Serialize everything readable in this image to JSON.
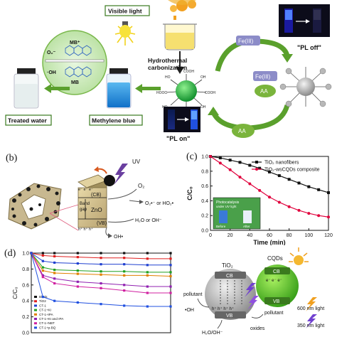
{
  "panel_a": {
    "labels": {
      "visible_light": "Visible light",
      "hydrothermal_line1": "Hydrothermal",
      "hydrothermal_line2": "carbonization",
      "treated_water": "Treated water",
      "methylene_blue": "Methylene blue",
      "pl_off": "\"PL off\"",
      "pl_on": "\"PL on\"",
      "fe_top": "Fe(III)",
      "fe_mid": "Fe(III)",
      "aa_mid": "AA",
      "aa_bottom": "AA",
      "mb_plus": "MB⁺",
      "o2_minus": "O₂⁻",
      "oh_radical": "·OH",
      "mb": "MB"
    },
    "colors": {
      "arrow_green": "#5aa02c",
      "arrow_dark_green": "#3a7a1e",
      "sphere_green": "#22b14c",
      "fe_box": "#8c8cc8",
      "aa_oval": "#7ab43c",
      "methylene_blue": "#1e88d8",
      "bulb_yellow": "#f2d21a"
    }
  },
  "panel_b": {
    "label": "(b)",
    "uv": "UV",
    "o2": "O₂",
    "o2_products": "O₂•⁻ or HO₂•",
    "cb": "(CB)",
    "vb": "(VB)",
    "electrons": "e⁻ e⁻ e⁻",
    "holes": "h⁺ h⁺ h⁺",
    "band_gap_line1": "Band",
    "band_gap_line2": "gap",
    "zno": "ZnO",
    "h2o": "H₂O or OH⁻",
    "oh": "OH•"
  },
  "panel_c": {
    "label": "(c)",
    "inset_title": "Photocatalysis",
    "inset_sub": "under UV light",
    "inset_before": "Before",
    "inset_after": "After",
    "chart_data": {
      "type": "line",
      "title": "",
      "xlabel": "Time (min)",
      "ylabel": "C/C₀",
      "xlim": [
        0,
        120
      ],
      "ylim": [
        0,
        1.0
      ],
      "xticks": [
        0,
        20,
        40,
        60,
        80,
        100,
        120
      ],
      "yticks": [
        0.0,
        0.2,
        0.4,
        0.6,
        0.8,
        1.0
      ],
      "legend_position": "top-right",
      "grid": false,
      "series": [
        {
          "name": "TiO₂ nanofibers",
          "color": "#111111",
          "marker": "square",
          "x": [
            0,
            10,
            20,
            30,
            40,
            50,
            60,
            70,
            80,
            90,
            100,
            110,
            120
          ],
          "y": [
            1.0,
            0.98,
            0.95,
            0.92,
            0.88,
            0.84,
            0.79,
            0.74,
            0.69,
            0.64,
            0.59,
            0.55,
            0.51
          ]
        },
        {
          "name": "TiO₂-wsCQDs composite",
          "color": "#e0003c",
          "marker": "circle",
          "x": [
            0,
            10,
            20,
            30,
            40,
            50,
            60,
            70,
            80,
            90,
            100,
            110,
            120
          ],
          "y": [
            1.0,
            0.91,
            0.82,
            0.72,
            0.63,
            0.54,
            0.45,
            0.38,
            0.32,
            0.27,
            0.23,
            0.2,
            0.18
          ]
        }
      ]
    }
  },
  "panel_d": {
    "label": "(d)",
    "tio2": "TiO₂",
    "cqds": "CQDs",
    "cb": "CB",
    "vb": "VB",
    "holes": "h⁺ h⁺ h⁺ h⁺",
    "electrons": "e⁻ e⁻ e⁻",
    "pollutant": "pollutant",
    "oh": "•OH",
    "h2o": "H₂O/OH⁻",
    "oxides": "oxides",
    "light_600": "600 nm light",
    "light_350": "350 nm light",
    "chart_data": {
      "type": "line",
      "title": "",
      "xlabel": "",
      "ylabel": "C/C₀",
      "xlim": [
        0,
        120
      ],
      "ylim": [
        0.0,
        1.0
      ],
      "yticks": [
        0.0,
        0.2,
        0.4,
        0.6,
        0.8,
        1.0
      ],
      "legend_position": "bottom-left",
      "grid": false,
      "series": [
        {
          "name": "Blank",
          "color": "#111111",
          "x": [
            0,
            10,
            20,
            40,
            60,
            80,
            100,
            120
          ],
          "y": [
            1.0,
            1.0,
            1.0,
            1.0,
            1.0,
            1.0,
            1.0,
            1.0
          ]
        },
        {
          "name": "TiO2",
          "color": "#e02020",
          "x": [
            0,
            10,
            20,
            40,
            60,
            80,
            100,
            120
          ],
          "y": [
            1.0,
            0.97,
            0.96,
            0.95,
            0.94,
            0.94,
            0.93,
            0.93
          ]
        },
        {
          "name": "CT-1",
          "color": "#2040d0",
          "x": [
            0,
            10,
            20,
            40,
            60,
            80,
            100,
            120
          ],
          "y": [
            1.0,
            0.9,
            0.88,
            0.87,
            0.86,
            0.86,
            0.85,
            0.85
          ]
        },
        {
          "name": "CT-1+KI",
          "color": "#20a020",
          "x": [
            0,
            10,
            20,
            40,
            60,
            80,
            100,
            120
          ],
          "y": [
            1.0,
            0.82,
            0.79,
            0.78,
            0.77,
            0.77,
            0.76,
            0.76
          ]
        },
        {
          "name": "CT-1+IPA",
          "color": "#e08000",
          "x": [
            0,
            10,
            20,
            40,
            60,
            80,
            100,
            120
          ],
          "y": [
            1.0,
            0.78,
            0.75,
            0.74,
            0.73,
            0.72,
            0.72,
            0.71
          ]
        },
        {
          "name": "CT-1+KI and IPA",
          "color": "#9020b0",
          "x": [
            0,
            10,
            20,
            40,
            60,
            80,
            100,
            120
          ],
          "y": [
            1.0,
            0.72,
            0.68,
            0.64,
            0.62,
            0.6,
            0.58,
            0.58
          ]
        },
        {
          "name": "CT-1+NBT",
          "color": "#d020a0",
          "x": [
            0,
            10,
            20,
            40,
            60,
            80,
            100,
            120
          ],
          "y": [
            1.0,
            0.7,
            0.62,
            0.58,
            0.56,
            0.53,
            0.5,
            0.5
          ]
        },
        {
          "name": "CT-1+p-BQ",
          "color": "#2050e0",
          "x": [
            0,
            10,
            20,
            40,
            60,
            80,
            100,
            120
          ],
          "y": [
            1.0,
            0.45,
            0.4,
            0.38,
            0.36,
            0.34,
            0.33,
            0.33
          ]
        }
      ]
    }
  }
}
